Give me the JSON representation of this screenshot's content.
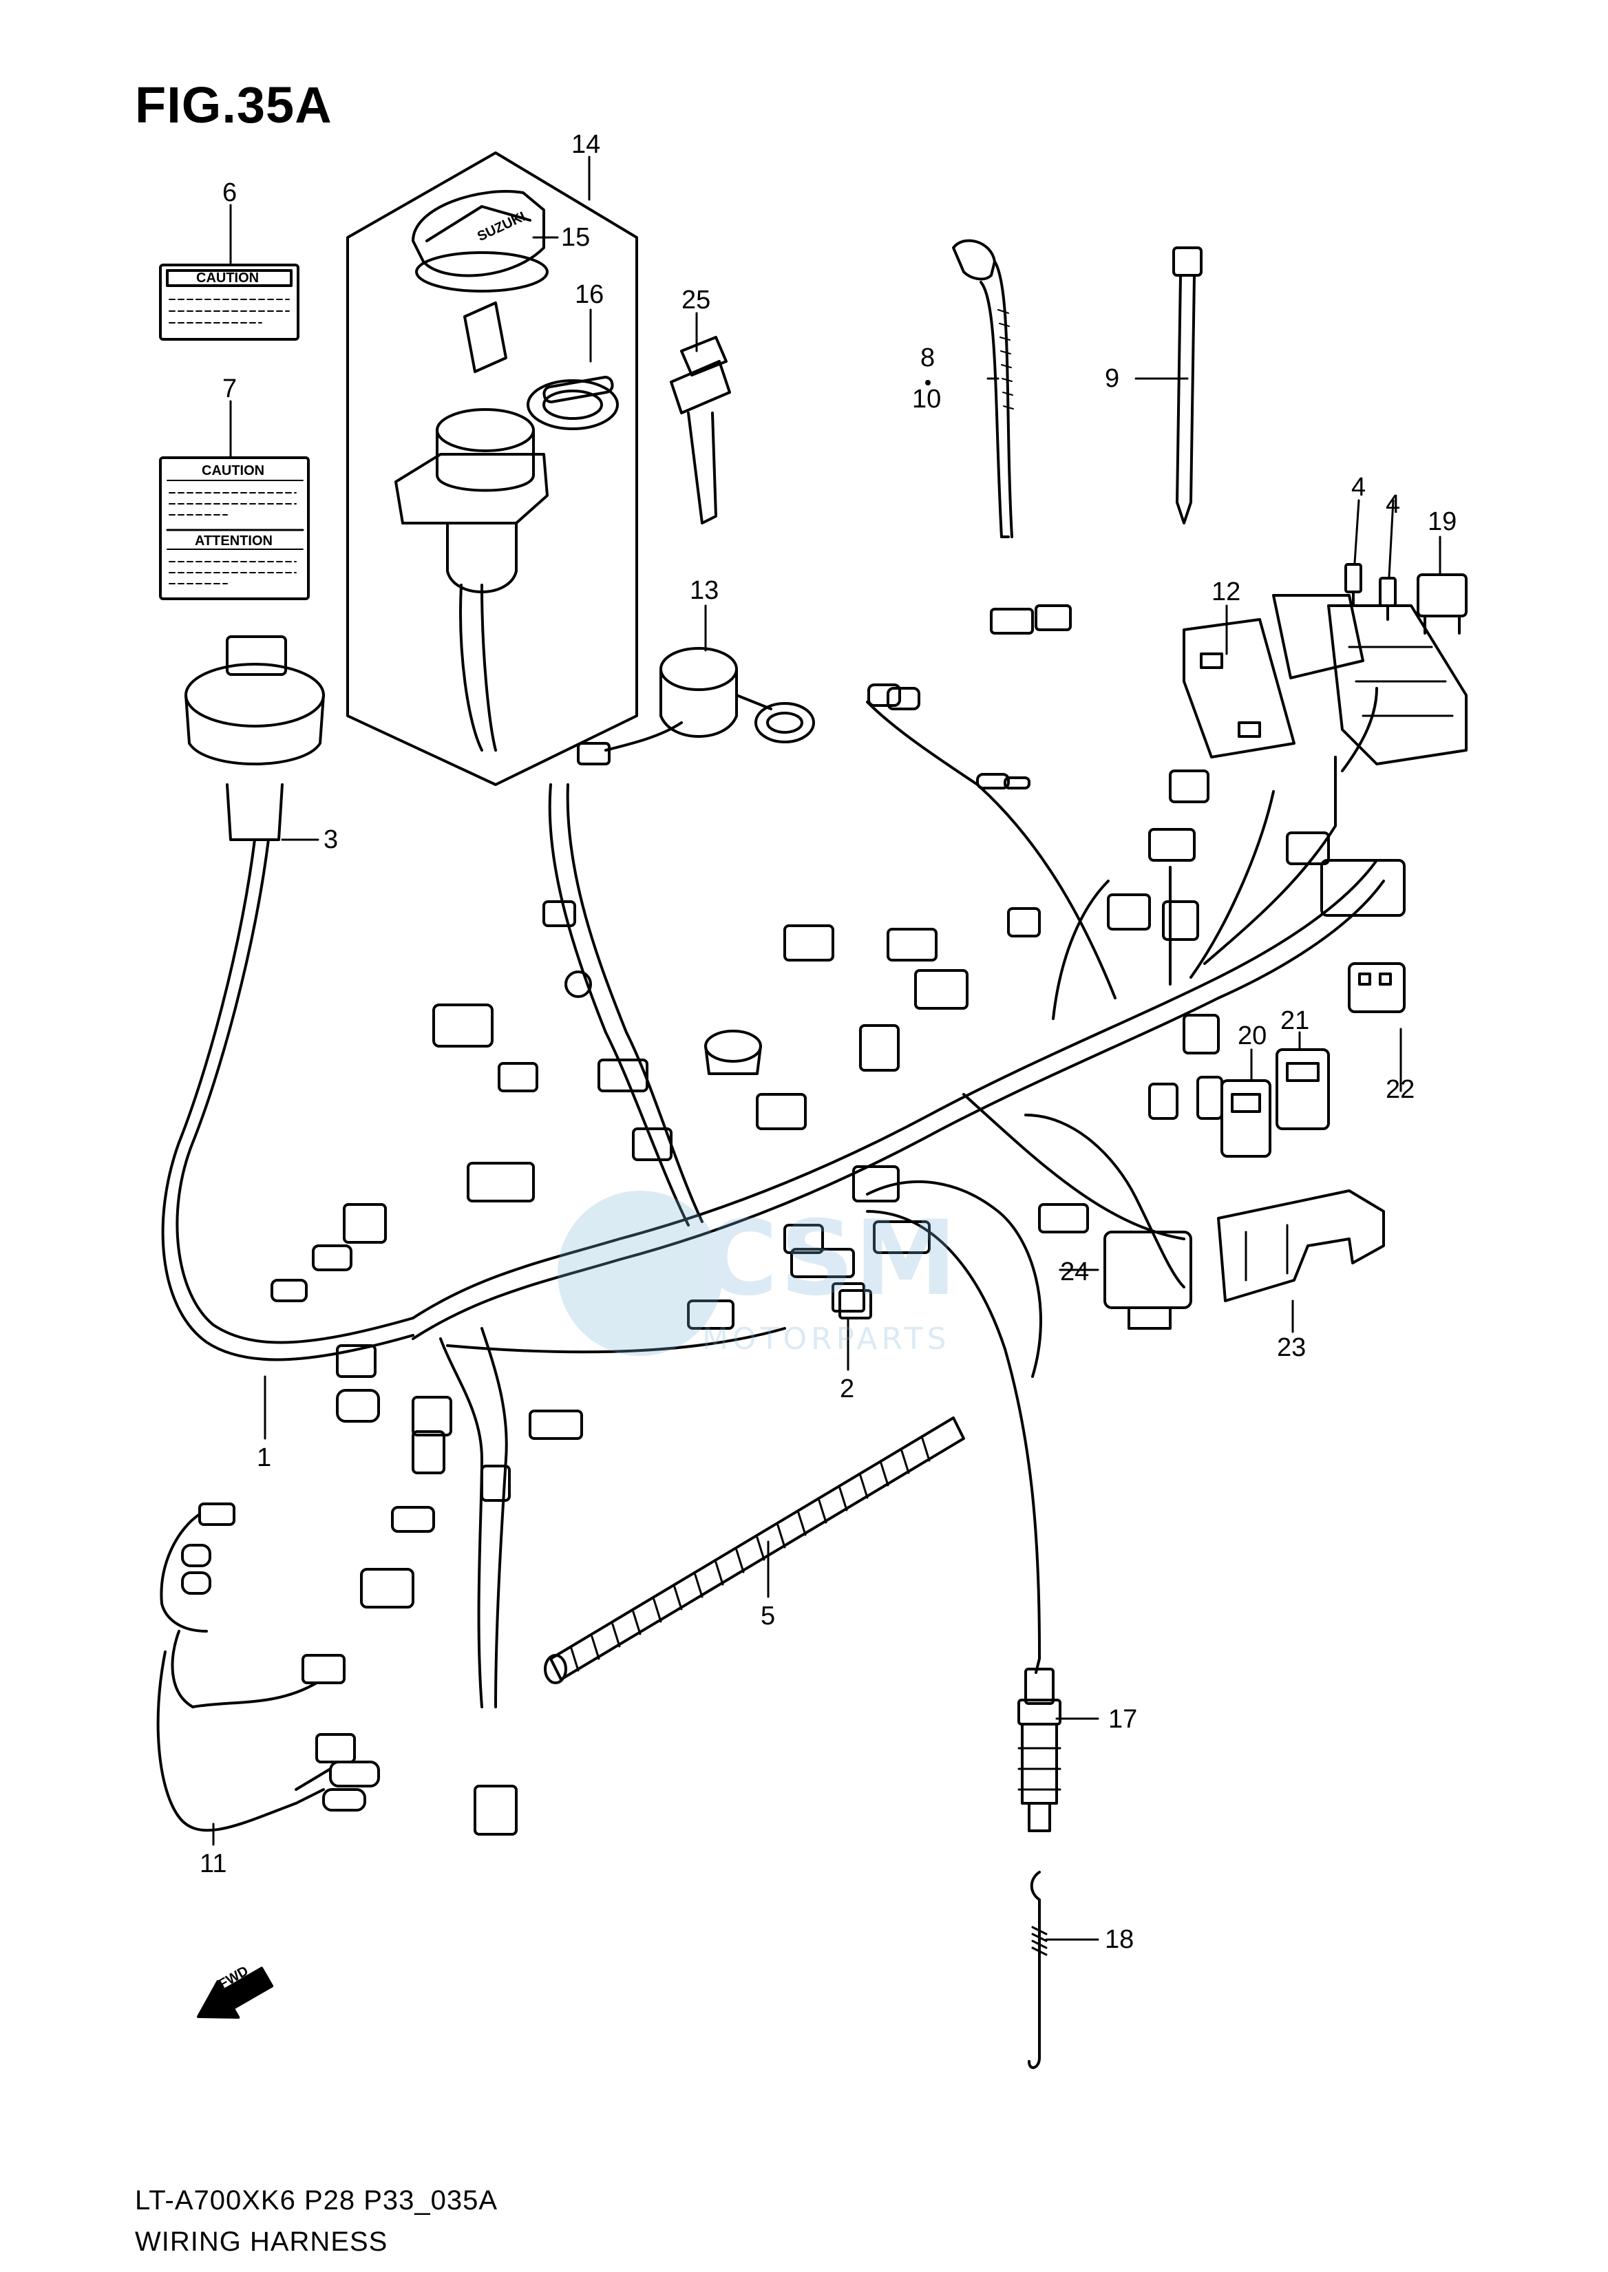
{
  "figure": {
    "title": "FIG.35A",
    "code": "LT-A700XK6  P28  P33_035A",
    "name": "WIRING HARNESS"
  },
  "labels": {
    "caution": "CAUTION",
    "attention": "ATTENTION",
    "suzuki": "SUZUKI",
    "fwd": "FWD"
  },
  "watermark": {
    "brand": "CSM",
    "sub": "MOTORPARTS"
  },
  "callouts": {
    "c1": "1",
    "c2": "2",
    "c3": "3",
    "c4a": "4",
    "c4b": "4",
    "c5": "5",
    "c6": "6",
    "c7": "7",
    "c8": "8",
    "c9": "9",
    "c10": "10",
    "c11": "11",
    "c12": "12",
    "c13": "13",
    "c14": "14",
    "c15": "15",
    "c16": "16",
    "c17": "17",
    "c18": "18",
    "c19": "19",
    "c20": "20",
    "c21": "21",
    "c22": "22",
    "c23": "23",
    "c24": "24",
    "c25": "25"
  }
}
